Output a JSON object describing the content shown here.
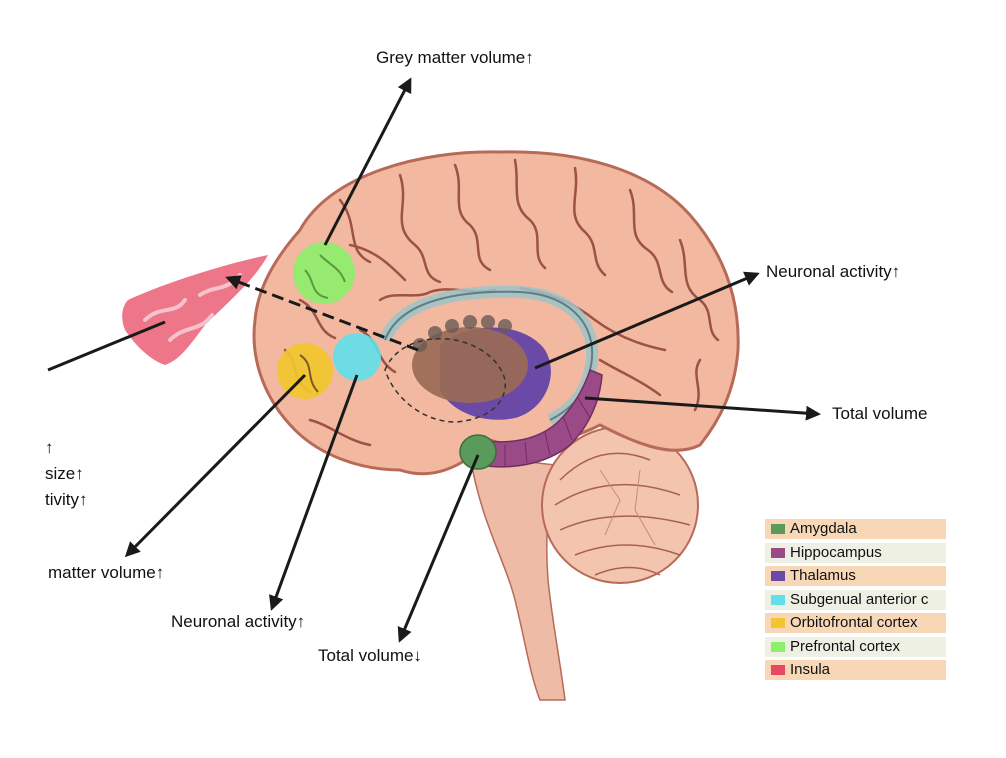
{
  "labels": {
    "grey_matter_top": "Grey matter volume↑",
    "neuronal_activity_right": "Neuronal activity↑",
    "total_volume_right": "Total volume",
    "neuronal_activity_bottom": "Neuronal activity↑",
    "total_volume_bottom": "Total volume↓",
    "grey_matter_left": "matter volume↑",
    "left_arrow_partial": "↑",
    "left_size_partial": "size↑",
    "left_activity_partial": "tivity↑"
  },
  "legend": {
    "items": [
      {
        "label": "Amygdala",
        "color": "#5a9a5a",
        "bg": "#f7d7b6"
      },
      {
        "label": "Hippocampus",
        "color": "#9a4a86",
        "bg": "#eef0e4"
      },
      {
        "label": "Thalamus",
        "color": "#6a4aa6",
        "bg": "#f7d7b6"
      },
      {
        "label": "Subgenual anterior c",
        "color": "#5fe0ea",
        "bg": "#eef0e4"
      },
      {
        "label": "Orbitofrontal cortex",
        "color": "#f2c62e",
        "bg": "#f7d7b6"
      },
      {
        "label": "Prefrontal cortex",
        "color": "#8cf06a",
        "bg": "#eef0e4"
      },
      {
        "label": "Insula",
        "color": "#e84862",
        "bg": "#f7d7b6"
      }
    ]
  },
  "colors": {
    "brain": "#f2b8a0",
    "brain_outline": "#b86a58",
    "sulci": "#9c5244",
    "arrow": "#1a1a1a"
  }
}
